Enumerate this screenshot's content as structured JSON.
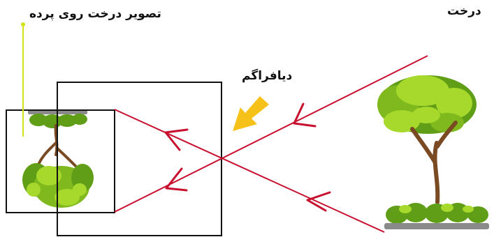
{
  "labels": {
    "tree": "درخت",
    "aperture": "دیافراگم",
    "image_on_screen": "تصویر درخت روی پرده"
  },
  "colors": {
    "ray": "#c8102e",
    "pointer": "#f6c21a",
    "frame": "#111111",
    "leader_line": "#d4e21a",
    "trunk": "#7a4a22",
    "foliage_dark": "#5f9e16",
    "foliage_light": "#a6d92b",
    "hedge_base": "#8a8a8a"
  }
}
